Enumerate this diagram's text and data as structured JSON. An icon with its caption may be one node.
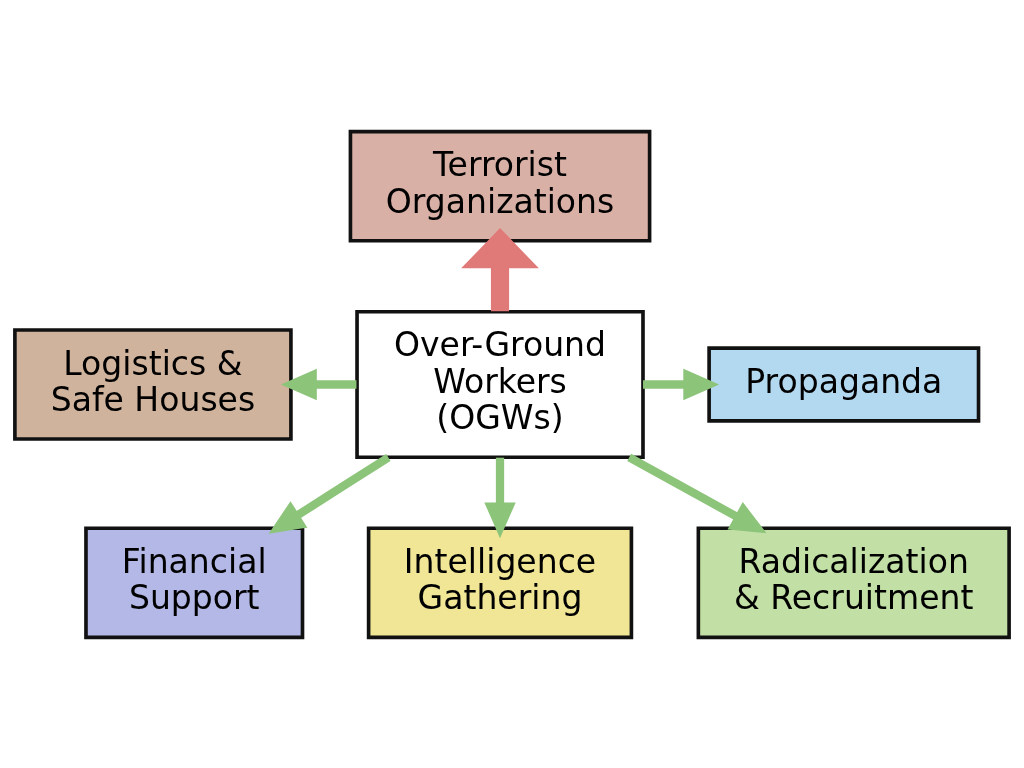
{
  "diagram": {
    "nodes": [
      {
        "text": [
          "Terrorist Organizations"
        ]
      },
      {
        "text": [
          "Logistics & Safe Houses"
        ]
      },
      {
        "text": [
          "Over-Ground Workers (OGWs)"
        ]
      },
      {
        "text": [
          "Propaganda"
        ]
      },
      {
        "text": [
          "Financial Support"
        ]
      },
      {
        "text": [
          "Intelligence Gathering"
        ]
      },
      {
        "text": [
          "Radicalization & Recruitment"
        ]
      }
    ],
    "edges": [
      {
        "from": 2,
        "to": 0,
        "arrow": "to",
        "style": "thick",
        "color": "#e07a78"
      },
      {
        "from": 2,
        "to": 1,
        "arrow": "to"
      },
      {
        "from": 2,
        "to": 3,
        "arrow": "to"
      },
      {
        "from": 2,
        "to": 4,
        "arrow": "to"
      },
      {
        "from": 2,
        "to": 5,
        "arrow": "to"
      },
      {
        "from": 2,
        "to": 6,
        "arrow": "to"
      }
    ]
  }
}
